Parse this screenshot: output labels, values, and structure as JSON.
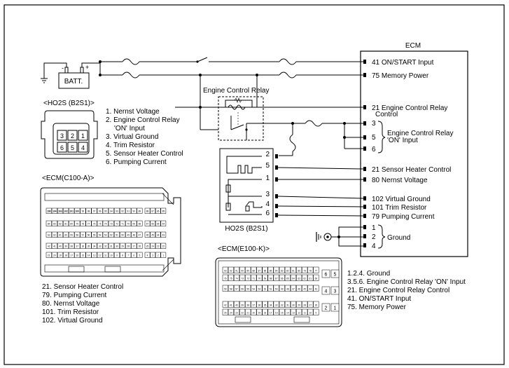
{
  "ecm": {
    "title": "ECM",
    "pins": [
      {
        "num": "41",
        "label": "ON/START Input"
      },
      {
        "num": "75",
        "label": "Memory Power"
      },
      {
        "num": "21",
        "label": "Engine Control Relay",
        "label2": "Control"
      },
      {
        "num": "3",
        "label": ""
      },
      {
        "num": "5",
        "label": "Engine Control Relay",
        "label2": "'ON' Input"
      },
      {
        "num": "6",
        "label": ""
      },
      {
        "num": "21",
        "label": "Sensor Heater Control"
      },
      {
        "num": "80",
        "label": "Nernst Voltage"
      },
      {
        "num": "102",
        "label": "Virtual Ground"
      },
      {
        "num": "101",
        "label": "Trim Resistor"
      },
      {
        "num": "79",
        "label": "Pumping Current"
      },
      {
        "num": "1",
        "label": ""
      },
      {
        "num": "2",
        "label": "Ground"
      },
      {
        "num": "4",
        "label": ""
      }
    ]
  },
  "battery": {
    "label": "BATT."
  },
  "relay": {
    "label": "Engine Control Relay"
  },
  "ho2s_connector": {
    "title": "<HO2S (B2S1)>",
    "cavities": [
      "3",
      "2",
      "1",
      "6",
      "5",
      "4"
    ],
    "pin_list": [
      "1. Nernst Voltage",
      "2. Engine Control Relay",
      "'ON' Input",
      "3. Virtual Ground",
      "4. Trim Resistor",
      "5. Sensor Heater Control",
      "6. Pumping Current"
    ]
  },
  "ho2s_box": {
    "label": "HO2S (B2S1)",
    "pins": [
      "2",
      "5",
      "1",
      "3",
      "4",
      "6"
    ]
  },
  "ecm_a": {
    "title": "<ECM(C100-A)>",
    "pin_list": [
      "21. Sensor Heater Control",
      "79. Pumping Current",
      "80. Nernst Voltage",
      "101. Trim Resistor",
      "102. Virtual Ground"
    ],
    "rows": [
      {
        "main": [
          "108",
          "104",
          "103",
          "102",
          "101",
          "100",
          "99",
          "98",
          "97",
          "96",
          "95",
          "94",
          "93",
          "92",
          "91",
          "90",
          "89"
        ],
        "right": [
          "88",
          "87",
          "86",
          "85"
        ]
      },
      {
        "main": [
          "84",
          "83",
          "82",
          "81",
          "80",
          "79",
          "78",
          "77",
          "76",
          "75",
          "74",
          "73",
          "72",
          "71",
          "70",
          "69",
          "68"
        ],
        "right": [
          "67",
          "66",
          "65",
          "64"
        ]
      },
      {
        "main": [
          "63",
          "62",
          "61",
          "60",
          "59",
          "58",
          "57",
          "56",
          "55",
          "54",
          "53",
          "52",
          "51",
          "50",
          "49",
          "48",
          "47"
        ],
        "right": [
          "46",
          "45",
          "44",
          "43"
        ]
      },
      {
        "main": [
          "42",
          "41",
          "40",
          "39",
          "38",
          "37",
          "36",
          "35",
          "34",
          "33",
          "32",
          "31",
          "30",
          "29",
          "28",
          "27",
          "26"
        ],
        "right": [
          "25",
          "24",
          "23",
          "22"
        ]
      },
      {
        "main": [
          "21",
          "20",
          "19",
          "18",
          "17",
          "16",
          "15",
          "14",
          "13",
          "12",
          "11",
          "10",
          "9",
          "8",
          "7",
          "6",
          "5"
        ],
        "right": [
          "4",
          "3",
          "2",
          "1"
        ]
      }
    ]
  },
  "ecm_k": {
    "title": "<ECM(E100-K)>",
    "pin_list": [
      "1.2.4. Ground",
      "3.5.6. Engine Control Relay 'ON' Input",
      "21. Engine Control Relay Control",
      "41. ON/START Input",
      "75. Memory Power"
    ],
    "rows": [
      [
        "93",
        "92",
        "91",
        "90",
        "89",
        "88",
        "87",
        "86",
        "85",
        "84",
        "83",
        "82",
        "81",
        "80",
        "79",
        "78",
        "77"
      ],
      [
        "76",
        "75",
        "74",
        "73",
        "72",
        "71",
        "70",
        "69",
        "68",
        "67",
        "66",
        "65",
        "64",
        "63",
        "62",
        "61",
        "60"
      ],
      [
        "59",
        "58",
        "57",
        "56",
        "55",
        "54",
        "53",
        "52",
        "51",
        "50",
        "49",
        "48",
        "47",
        "46",
        "45",
        "44",
        "43"
      ],
      [
        "42",
        "41",
        "40",
        "39",
        "38",
        "37",
        "36",
        "35",
        "34",
        "33",
        "32",
        "31",
        "30",
        "29",
        "28",
        "27",
        "26"
      ],
      [
        "25",
        "24",
        "23",
        "22",
        "21",
        "20",
        "19",
        "18",
        "17",
        "16",
        "15",
        "14",
        "13",
        "12",
        "11",
        "10",
        "9"
      ]
    ],
    "side": [
      [
        "6",
        "5"
      ],
      [
        "4",
        "3"
      ],
      [
        "2",
        "1"
      ]
    ]
  },
  "colors": {
    "line": "#000000",
    "background": "#ffffff"
  }
}
